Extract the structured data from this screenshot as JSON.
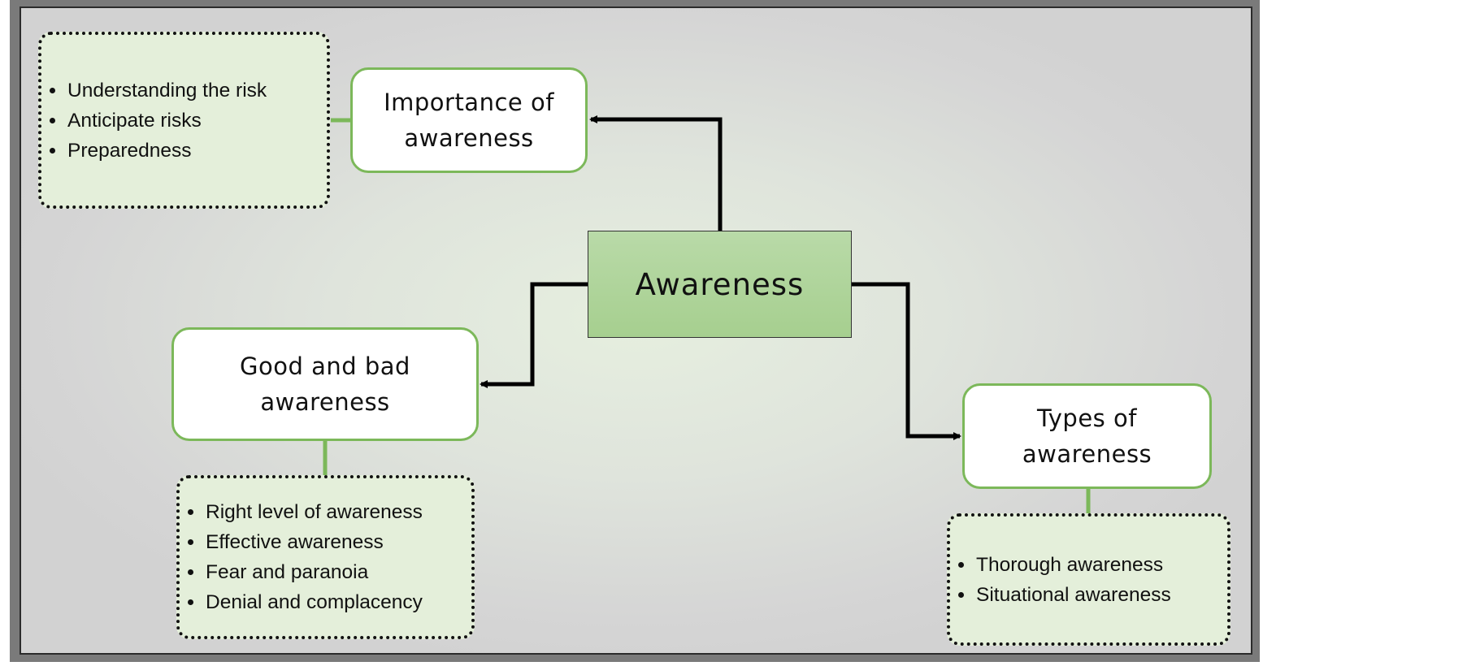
{
  "center": {
    "label": "Awareness"
  },
  "topics": {
    "importance": {
      "label": "Importance of\nawareness"
    },
    "good_bad": {
      "label": "Good and bad\nawareness"
    },
    "types": {
      "label": "Types of\nawareness"
    }
  },
  "notes": {
    "importance": [
      "Understanding the risk",
      "Anticipate risks",
      "Preparedness"
    ],
    "good_bad": [
      "Right level of awareness",
      "Effective awareness",
      "Fear and paranoia",
      "Denial and complacency"
    ],
    "types": [
      "Thorough awareness",
      "Situational awareness"
    ]
  },
  "colors": {
    "topic_border": "#7cb85a",
    "center_fill": "#a6cf8f",
    "notes_fill": "#e4efda",
    "connector": "#000000"
  }
}
